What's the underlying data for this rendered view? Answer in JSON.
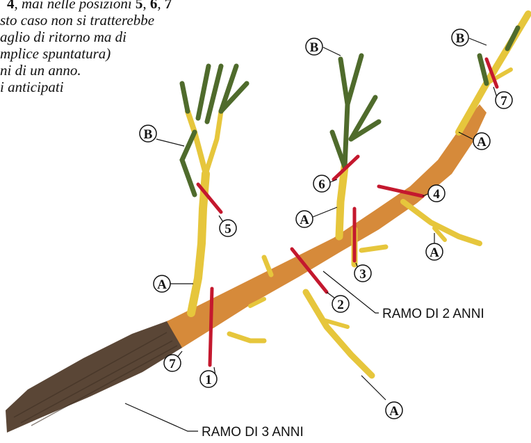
{
  "caption": {
    "line1_num_a": "4",
    "line1_text": ", mai nelle posizioni ",
    "line1_num_b": "5",
    "line1_sep1": ", ",
    "line1_num_c": "6",
    "line1_sep2": ", ",
    "line1_num_d": "7",
    "line2": "sto caso non si tratterebbe",
    "line3": "aglio di ritorno ma di",
    "line4": "mplice spuntatura)",
    "line5": "ni di un anno.",
    "line6": "i anticipati"
  },
  "labels": {
    "ramo_2": "RAMO DI 2 ANNI",
    "ramo_3": "RAMO DI 3 ANNI"
  },
  "badges": {
    "b_left": "B",
    "b_mid": "B",
    "b_right": "B",
    "a_left": "A",
    "a_midleft": "A",
    "a_rightupper": "A",
    "a_rightlower": "A",
    "a_bottom": "A",
    "n1": "1",
    "n2": "2",
    "n3": "3",
    "n4": "4",
    "n5": "5",
    "n6": "6",
    "n7_top": "7",
    "n7_bottom": "7"
  },
  "colors": {
    "old_wood": "#5a4636",
    "two_year_wood": "#d68a3a",
    "shoot_yellow": "#e6c63c",
    "shoot_green": "#4f6b2c",
    "cut_red": "#c4182e"
  }
}
